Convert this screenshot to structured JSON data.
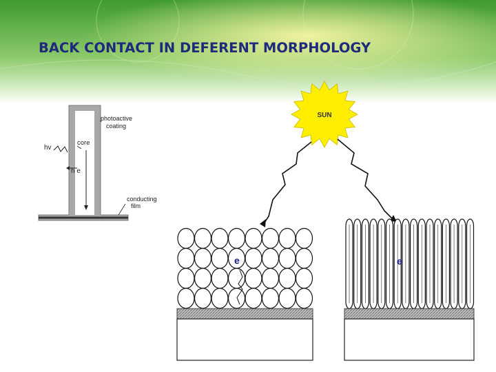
{
  "slide": {
    "title": "BACK CONTACT IN DEFERENT MORPHOLOGY"
  },
  "sun": {
    "label": "SUN",
    "color": "#ffee00"
  },
  "rod_diagram": {
    "labels": {
      "photoactive_line1": "photoactive",
      "photoactive_line2": "coating",
      "core": "core",
      "photon": "hv",
      "hole_electron": "h e",
      "conducting_line1": "conducting",
      "conducting_line2": "film"
    }
  },
  "particle_panel": {
    "electron_label": "e"
  },
  "nanowire_panel": {
    "electron_label": "e"
  },
  "colors": {
    "title": "#1f2a7a",
    "banner_green": "#4fa83a",
    "rod_grey": "#a8a8a8",
    "substrate_hatch": "#909090",
    "electron_label": "#1a1a8c"
  }
}
